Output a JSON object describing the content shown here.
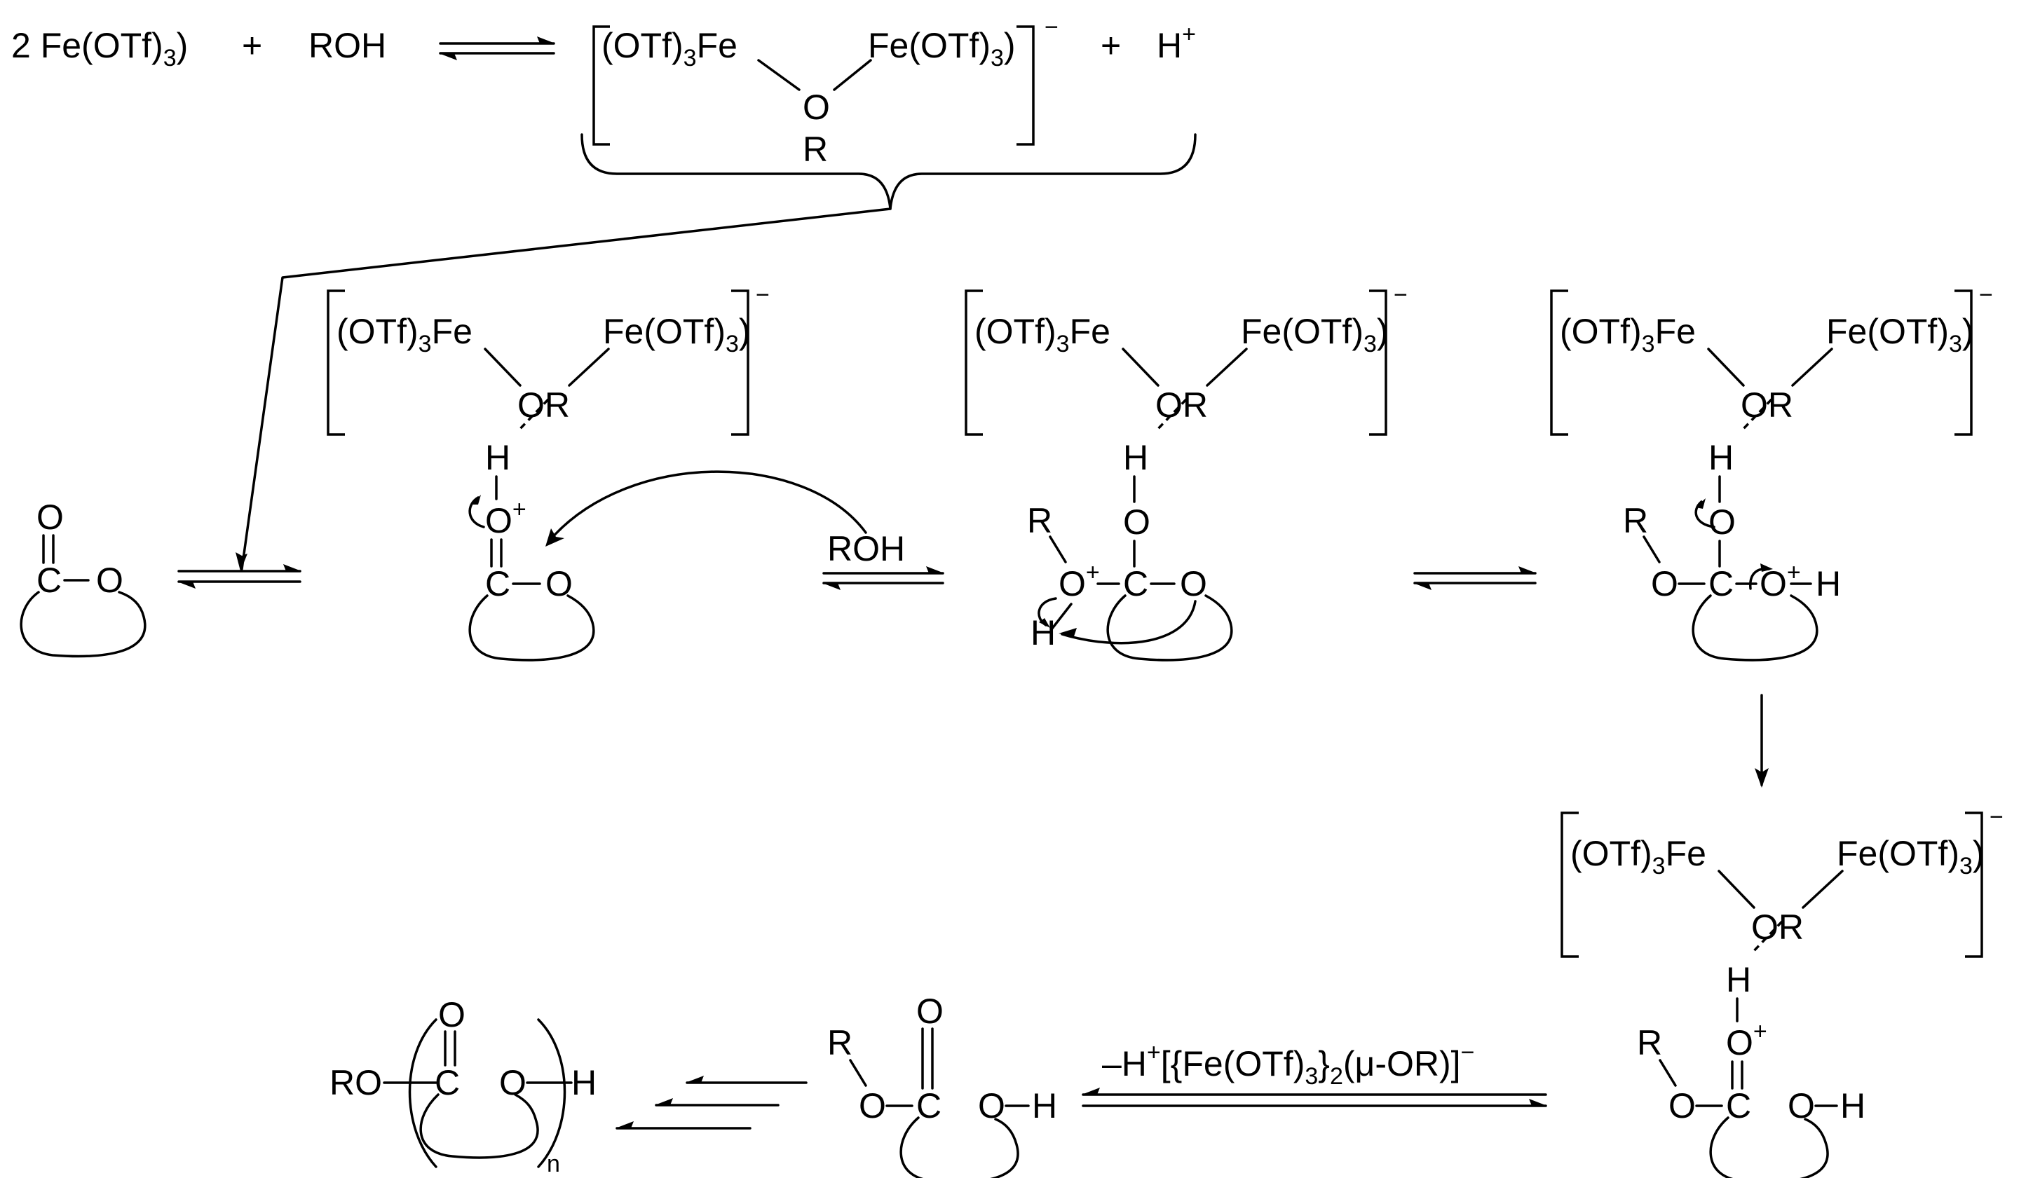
{
  "lbl": {
    "fe_otf3": "Fe(OTf)",
    "otf3_fe_a": "(OTf)",
    "fe": "Fe",
    "sub3": "3",
    "o": "O",
    "c": "C",
    "h": "H",
    "r": "R",
    "or": "OR",
    "roh": "ROH",
    "plus": "+",
    "minus": "−",
    "eq_two": "2 Fe(OTf)",
    "h_plus_h": "H",
    "ro": "RO",
    "n": "n"
  },
  "arrow_label": {
    "prefix": "–H",
    "sup": "+",
    "mid": "[{Fe(OTf)",
    "sub3": "3",
    "close": "}",
    "sub2": "2",
    "tail": "(μ-OR)]",
    "sup2": "−"
  }
}
